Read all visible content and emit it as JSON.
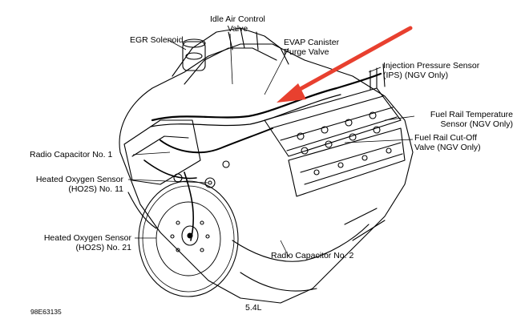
{
  "diagram": {
    "labels": {
      "egr_solenoid": "EGR Solenoid",
      "idle_air_control_l1": "Idle Air Control",
      "idle_air_control_l2": "Valve",
      "evap_l1": "EVAP Canister",
      "evap_l2": "Purge Valve",
      "ips_l1": "Injection Pressure Sensor",
      "ips_l2": "(IPS) (NGV Only)",
      "frt_l1": "Fuel Rail Temperature",
      "frt_l2": "Sensor (NGV Only)",
      "fco_l1": "Fuel Rail Cut-Off",
      "fco_l2": "Valve (NGV Only)",
      "radio_cap_1": "Radio Capacitor No. 1",
      "ho2s11_l1": "Heated Oxygen Sensor",
      "ho2s11_l2": "(HO2S) No. 11",
      "ho2s21_l1": "Heated Oxygen Sensor",
      "ho2s21_l2": "(HO2S) No. 21",
      "radio_cap_2": "Radio Capacitor No. 2",
      "engine_size": "5.4L",
      "figure_code": "98E63135"
    },
    "colors": {
      "line": "#000000",
      "arrow": "#e8402f",
      "background": "#ffffff"
    },
    "icons": [
      "engine-drawing",
      "red-pointer-arrow"
    ]
  }
}
